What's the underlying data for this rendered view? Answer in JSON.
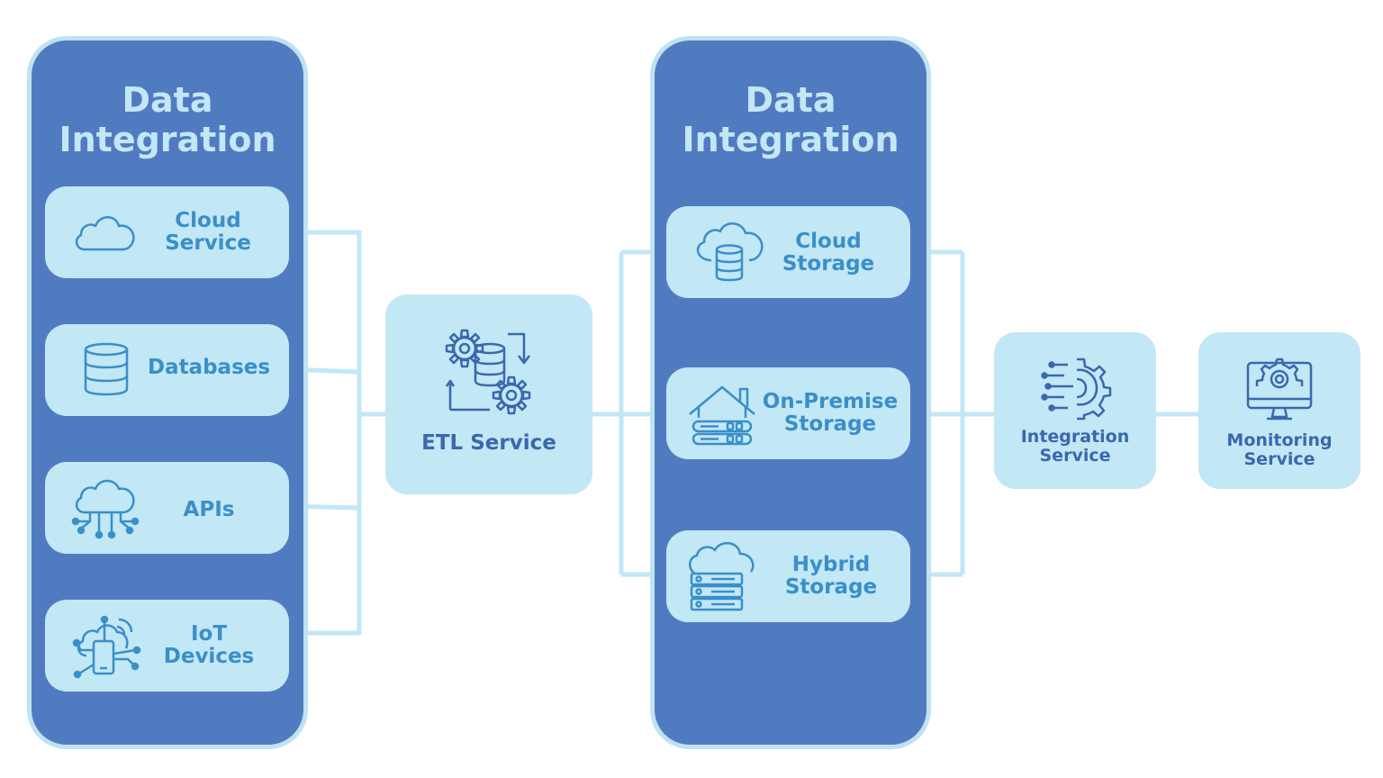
{
  "colors": {
    "panel": "#517bc1",
    "panel_border": "#bfe3f0",
    "card": "#c2e7f5",
    "card_text": "#3a8fc9",
    "box_text": "#3968ad",
    "connector": "#c2e7f5"
  },
  "sources_panel": {
    "title": "Data\nIntegration",
    "items": [
      {
        "label": "Cloud\nService",
        "icon": "cloud-icon"
      },
      {
        "label": "Databases",
        "icon": "database-icon"
      },
      {
        "label": "APIs",
        "icon": "cloud-network-icon"
      },
      {
        "label": "IoT\nDevices",
        "icon": "iot-devices-icon"
      }
    ]
  },
  "etl": {
    "label": "ETL Service",
    "icon": "etl-gears-icon"
  },
  "storage_panel": {
    "title": "Data\nIntegration",
    "items": [
      {
        "label": "Cloud\nStorage",
        "icon": "cloud-storage-icon"
      },
      {
        "label": "On-Premise\nStorage",
        "icon": "on-premise-server-icon"
      },
      {
        "label": "Hybrid\nStorage",
        "icon": "hybrid-storage-icon"
      }
    ]
  },
  "integration": {
    "label": "Integration\nService",
    "icon": "integration-gear-icon"
  },
  "monitoring": {
    "label": "Monitoring\nService",
    "icon": "monitoring-screen-icon"
  }
}
